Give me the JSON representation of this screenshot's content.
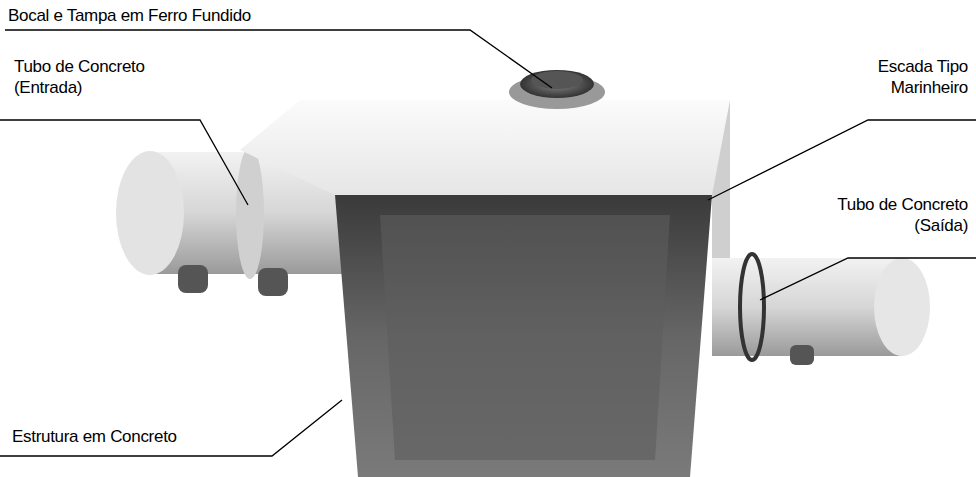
{
  "diagram": {
    "labels": [
      "Bocal e Tampa em Ferro Fundido",
      "Tubo de Concreto (Entrada)",
      "Escada Tipo Marinheiro",
      "Tubo de Concreto (Saída)",
      "Estrutura em Concreto"
    ]
  }
}
